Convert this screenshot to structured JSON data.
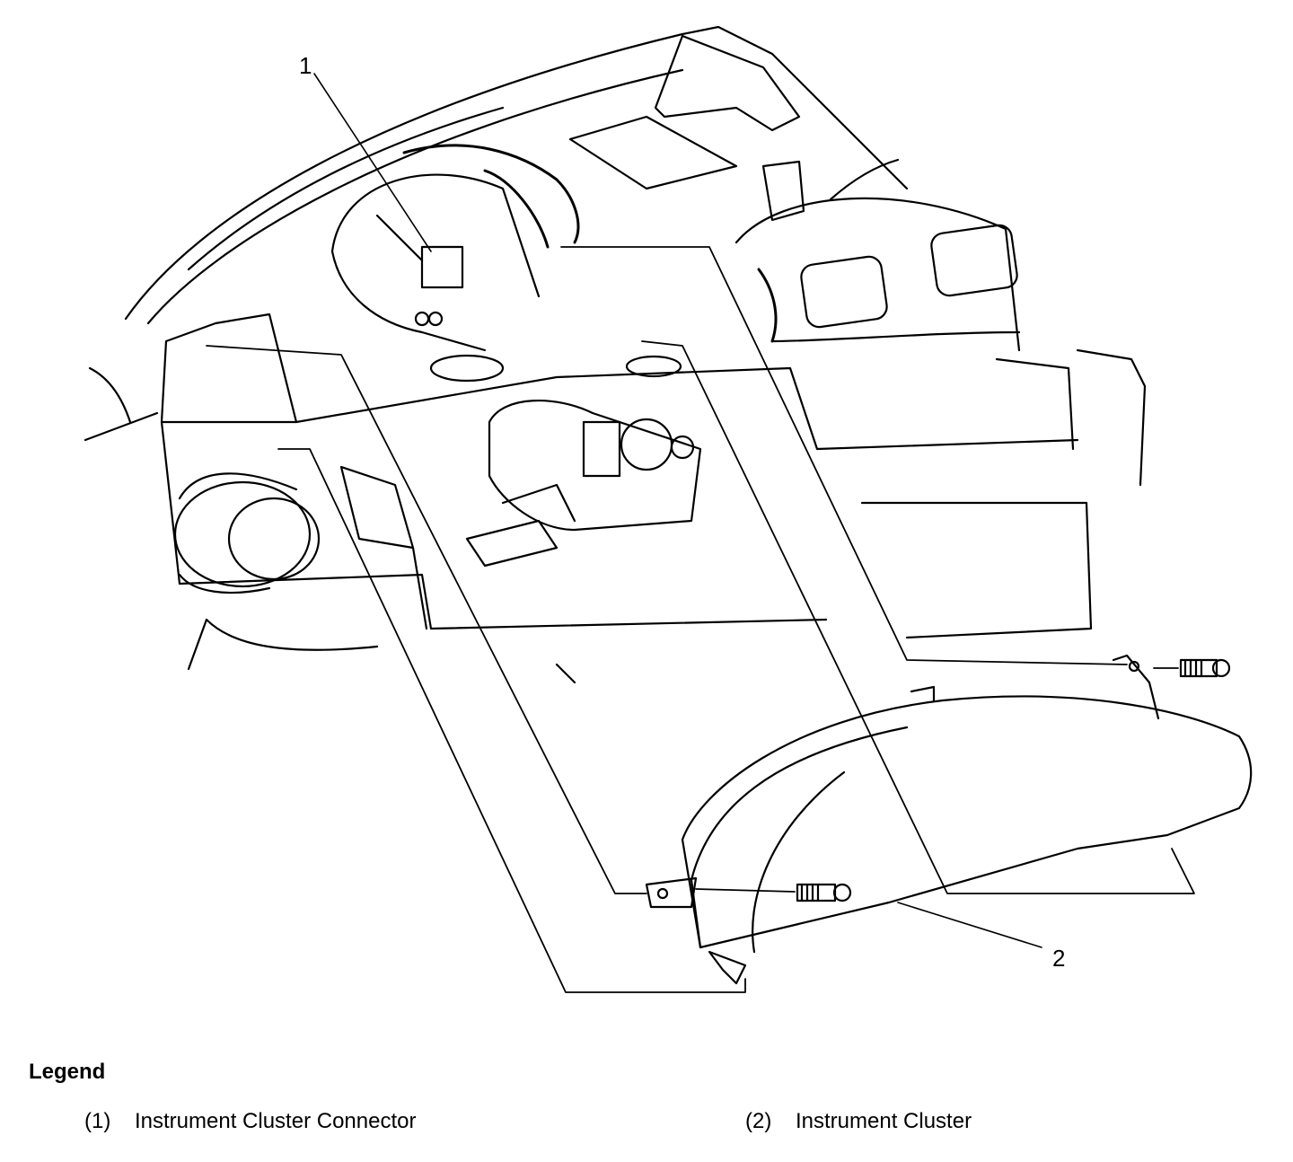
{
  "callouts": {
    "c1": "1",
    "c2": "2"
  },
  "legend": {
    "title": "Legend",
    "items": [
      {
        "num": "(1)",
        "label": "Instrument Cluster Connector"
      },
      {
        "num": "(2)",
        "label": "Instrument Cluster"
      }
    ]
  }
}
